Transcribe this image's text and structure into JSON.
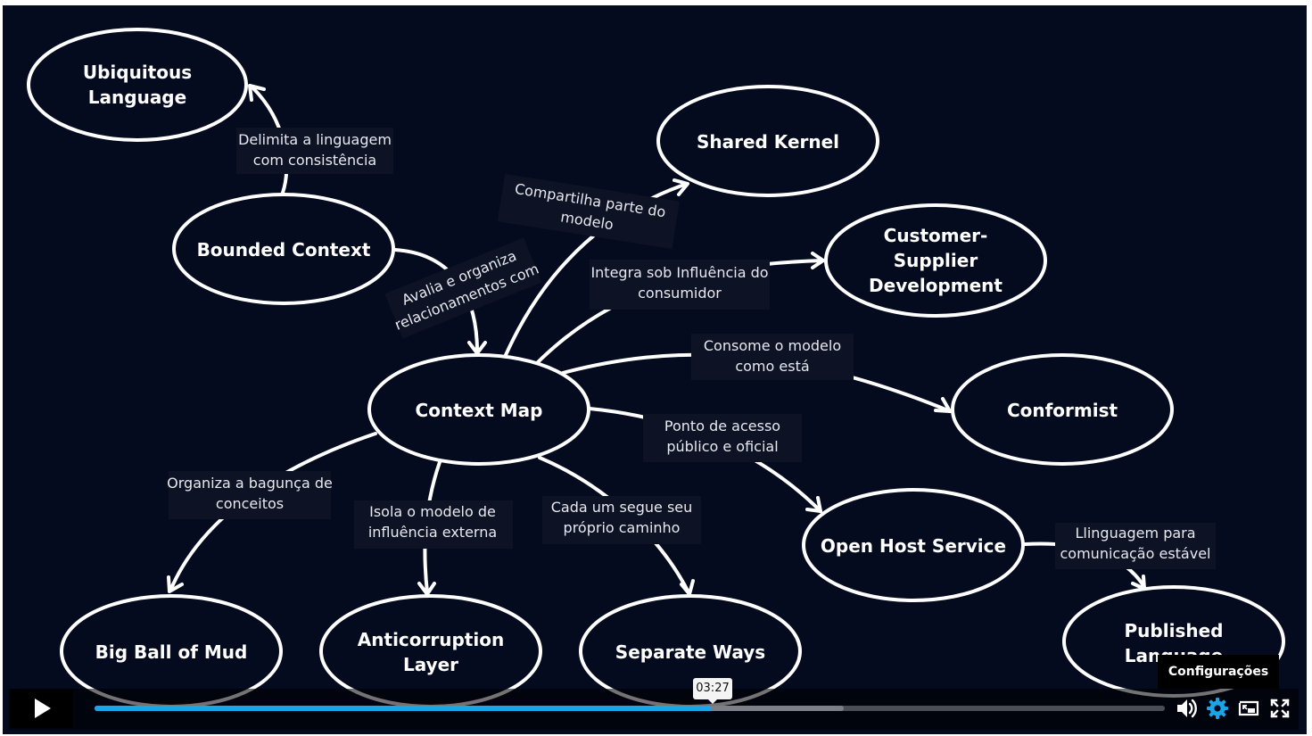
{
  "diagram": {
    "nodes": {
      "ubiquitous": [
        "Ubiquitous",
        "Language"
      ],
      "shared_kernel": [
        "Shared Kernel"
      ],
      "bounded_context": [
        "Bounded Context"
      ],
      "customer_supplier": [
        "Customer-",
        "Supplier",
        "Development"
      ],
      "context_map": [
        "Context Map"
      ],
      "conformist": [
        "Conformist"
      ],
      "open_host": [
        "Open Host Service"
      ],
      "big_ball": [
        "Big Ball of Mud"
      ],
      "anticorruption": [
        "Anticorruption",
        "Layer"
      ],
      "separate_ways": [
        "Separate Ways"
      ],
      "published_language": [
        "Published",
        "Language"
      ]
    },
    "labels": {
      "delimita": [
        "Delimita a linguagem",
        "com consistência"
      ],
      "compartilha": [
        "Compartilha parte do",
        "modelo"
      ],
      "avalia": [
        "Avalia e organiza",
        "relacionamentos com"
      ],
      "integra": [
        "Integra sob Influência do",
        "consumidor"
      ],
      "consome": [
        "Consome o modelo",
        "como está"
      ],
      "ponto": [
        "Ponto de acesso",
        "público e oficial"
      ],
      "organiza": [
        "Organiza a bagunça de",
        "conceitos"
      ],
      "isola": [
        "Isola o modelo de",
        "influência externa"
      ],
      "cada": [
        "Cada um segue seu",
        "próprio caminho"
      ],
      "llinguagem": [
        "Llinguagem para",
        "comunicação estável"
      ]
    }
  },
  "player": {
    "current_time": "03:27",
    "played_percent": 57.7,
    "buffered_percent": 70,
    "settings_tooltip": "Configurações",
    "icons": {
      "play": "play-icon",
      "volume": "volume-icon",
      "settings": "gear-icon",
      "pip": "picture-in-picture-icon",
      "fullscreen": "fullscreen-icon"
    },
    "colors": {
      "background": "#050b1e",
      "accent": "#1aa5e8"
    }
  }
}
